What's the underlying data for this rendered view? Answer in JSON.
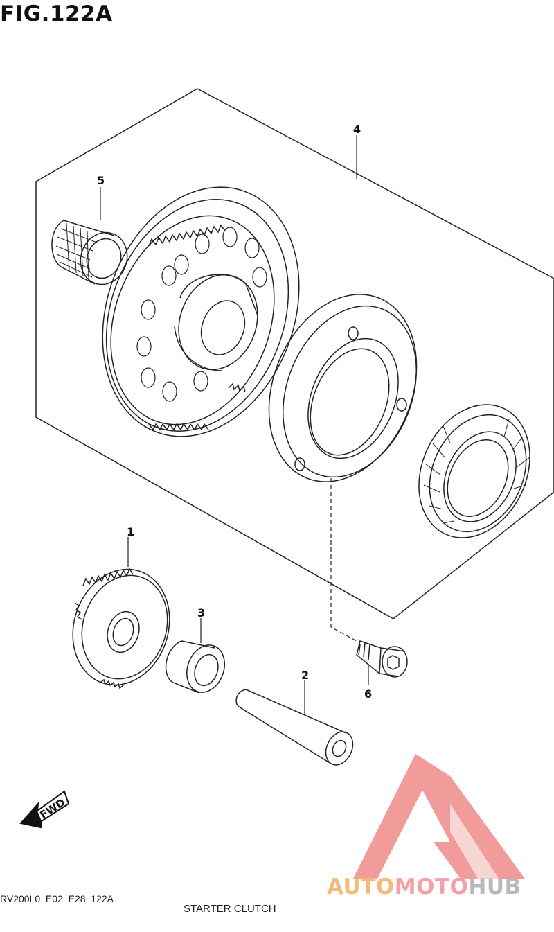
{
  "figure": {
    "title": "FIG.122A",
    "footer_code": "RV200L0_E02_E28_122A",
    "footer_name": "STARTER CLUTCH",
    "direction_label": "FWD"
  },
  "callouts": [
    {
      "id": "1",
      "label": "1"
    },
    {
      "id": "2",
      "label": "2"
    },
    {
      "id": "3",
      "label": "3"
    },
    {
      "id": "4",
      "label": "4"
    },
    {
      "id": "5",
      "label": "5"
    },
    {
      "id": "6",
      "label": "6"
    }
  ],
  "watermark": {
    "part1": "AUTO",
    "part2": "MOTO",
    "part3": "HUB",
    "colors": {
      "auto": "#f5b97a",
      "moto": "#f4a0a6",
      "hub": "#b9b9b9",
      "logo": "#f08a8a"
    }
  }
}
